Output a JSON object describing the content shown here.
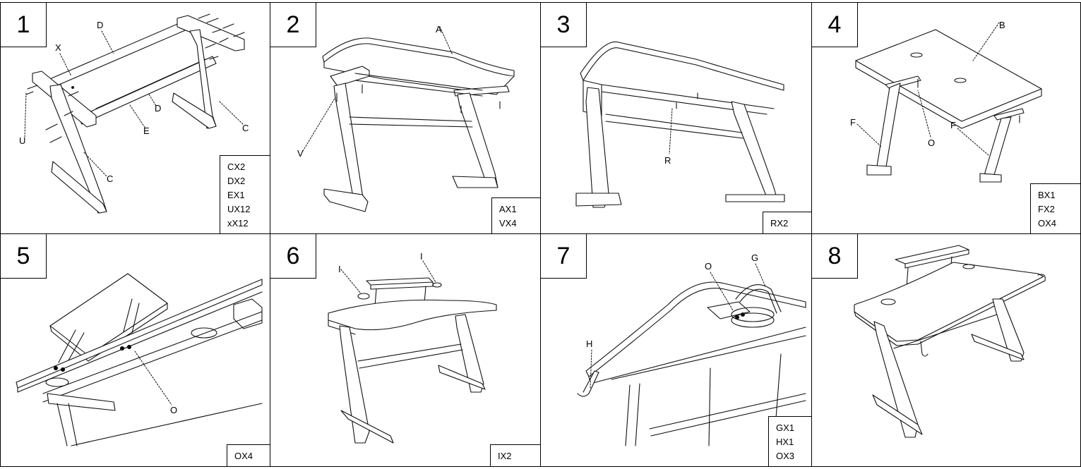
{
  "steps": [
    {
      "number": "1",
      "labels": [
        "D",
        "X",
        "D",
        "E",
        "U",
        "C",
        "C"
      ],
      "parts": [
        "CX2",
        "DX2",
        "EX1",
        "UX12",
        "xX12"
      ]
    },
    {
      "number": "2",
      "labels": [
        "A",
        "V"
      ],
      "parts": [
        "AX1",
        "VX4"
      ]
    },
    {
      "number": "3",
      "labels": [
        "R"
      ],
      "parts": [
        "RX2"
      ]
    },
    {
      "number": "4",
      "labels": [
        "B",
        "F",
        "O",
        "F"
      ],
      "parts": [
        "BX1",
        "FX2",
        "OX4"
      ]
    },
    {
      "number": "5",
      "labels": [
        "O"
      ],
      "parts": [
        "OX4"
      ]
    },
    {
      "number": "6",
      "labels": [
        "I",
        "I"
      ],
      "parts": [
        "IX2"
      ]
    },
    {
      "number": "7",
      "labels": [
        "O",
        "G",
        "H"
      ],
      "parts": [
        "GX1",
        "HX1",
        "OX3"
      ]
    },
    {
      "number": "8",
      "labels": [],
      "parts": []
    }
  ]
}
